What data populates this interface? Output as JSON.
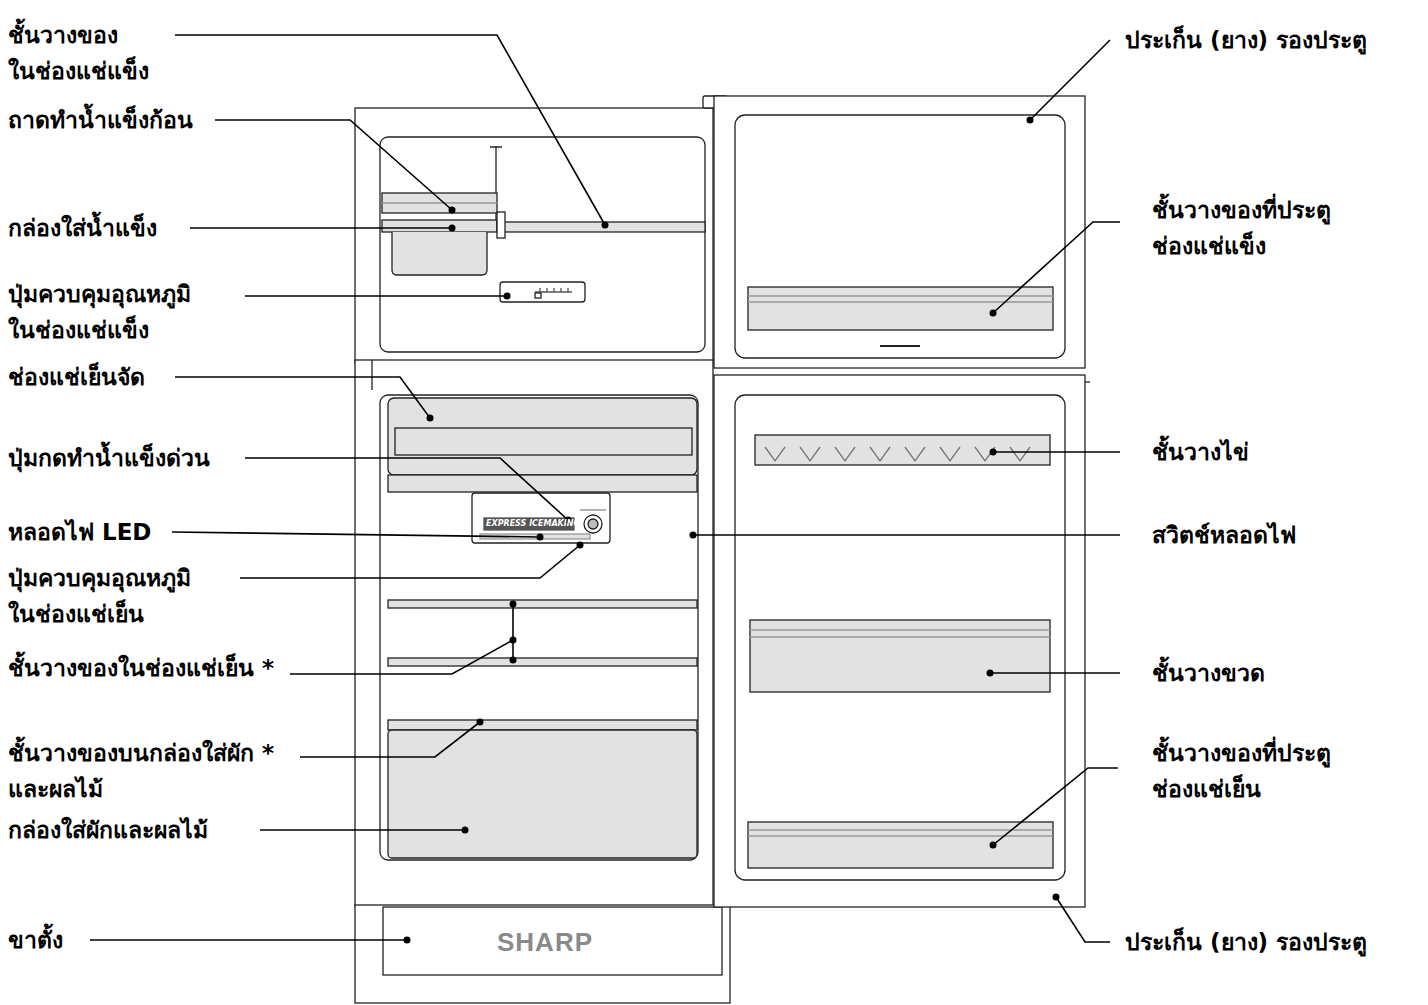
{
  "diagram": {
    "labels": [
      "ชั้นวางของ ในช่องแช่แข็ง",
      "ถาดทำน้ำแข็งก้อน",
      "กล่องใส่น้ำแข็ง",
      "ปุ่มควบคุมอุณหภูมิ ในช่องแช่แข็ง",
      "ช่องแช่เย็นจัด",
      "ปุ่มกดทำน้ำแข็งด่วน",
      "หลอดไฟ LED",
      "ปุ่มควบคุมอุณหภูมิ ในช่องแช่เย็น",
      "ชั้นวางของในช่องแช่เย็น *",
      "ชั้นวางของบนกล่องใส่ผัก * และผลไม้",
      "กล่องใส่ผักและผลไม้",
      "ขาตั้ง",
      "ประเก็น (ยาง) รองประตู",
      "ชั้นวางของที่ประตู ช่องแช่แข็ง",
      "ชั้นวางไข่",
      "สวิตช์หลอดไฟ",
      "ชั้นวางขวด",
      "ชั้นวางของที่ประตู ช่องแช่เย็น",
      "ประเก็น (ยาง) รองประตู",
      "EXPRESS ICEMAKING",
      "SHARP"
    ]
  }
}
